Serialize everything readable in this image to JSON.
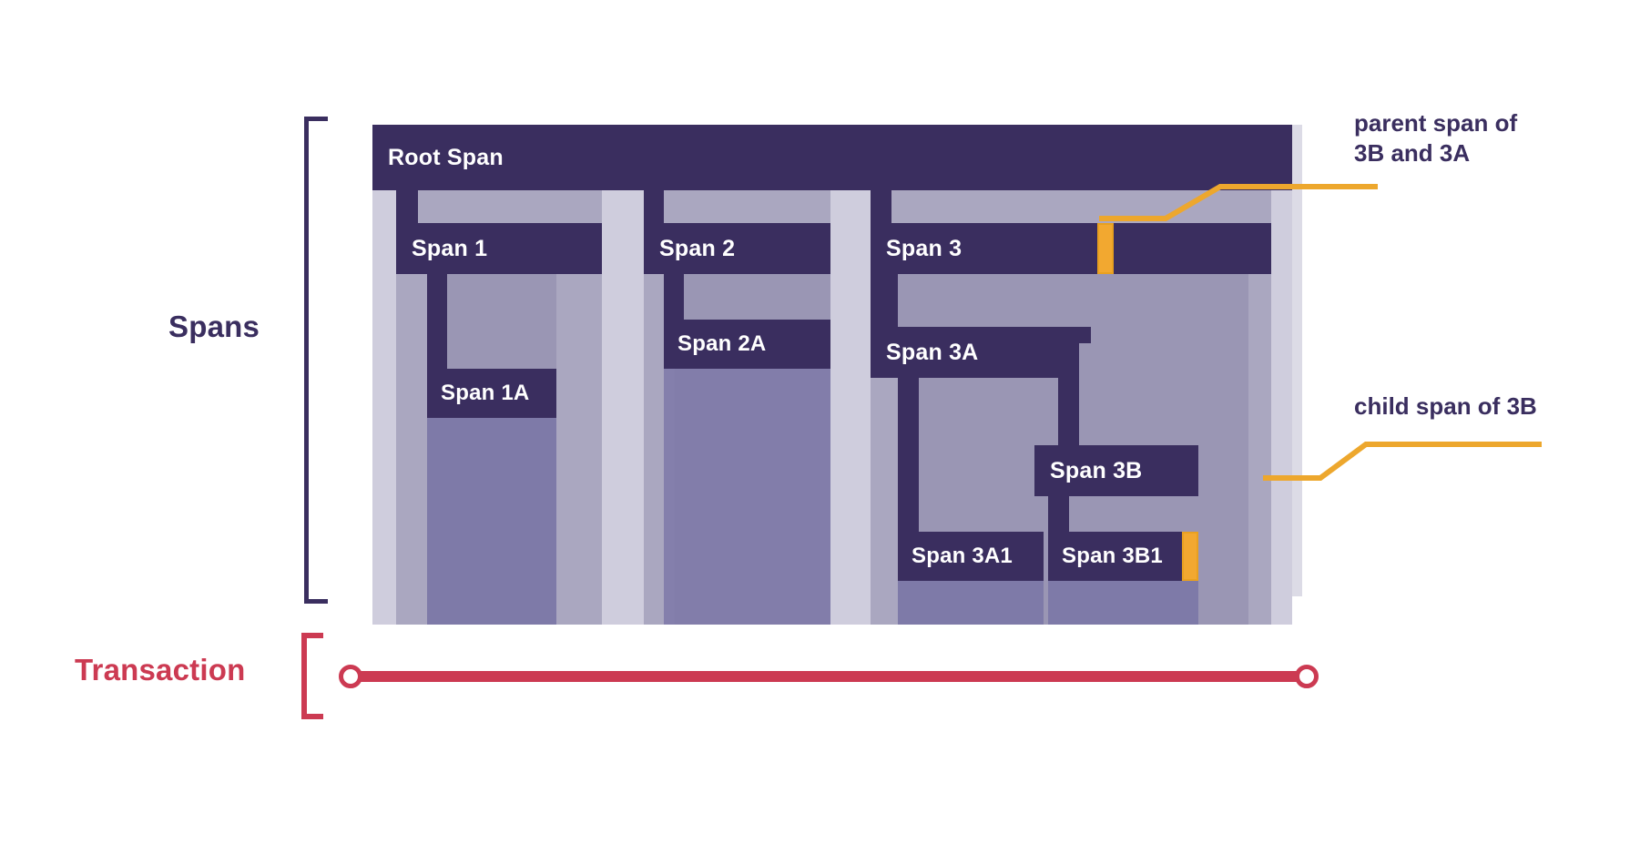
{
  "diagram": {
    "title_rows": {
      "spans_label": "Spans",
      "transaction_label": "Transaction"
    },
    "colors": {
      "span_bar": "#3a2e5f",
      "panel_bg": "#dcdbe6",
      "level1_bg": "#aaa7c0",
      "level2_bg": "#9a96b4",
      "level3_bg": "#7e7aa8",
      "highlight": "#f2a830",
      "transaction": "#cc3a52"
    },
    "spans": [
      {
        "id": "root",
        "label": "Root Span"
      },
      {
        "id": "s1",
        "label": "Span 1"
      },
      {
        "id": "s1a",
        "label": "Span 1A"
      },
      {
        "id": "s2",
        "label": "Span 2"
      },
      {
        "id": "s2a",
        "label": "Span 2A"
      },
      {
        "id": "s3",
        "label": "Span 3"
      },
      {
        "id": "s3a",
        "label": "Span 3A"
      },
      {
        "id": "s3a1",
        "label": "Span 3A1"
      },
      {
        "id": "s3b",
        "label": "Span 3B"
      },
      {
        "id": "s3b1",
        "label": "Span 3B1"
      }
    ],
    "callouts": [
      {
        "id": "callout-parent",
        "text": "parent span of\n3B and 3A",
        "target": "Span 3"
      },
      {
        "id": "callout-child",
        "text": "child span of 3B",
        "target": "Span 3B1"
      }
    ]
  }
}
